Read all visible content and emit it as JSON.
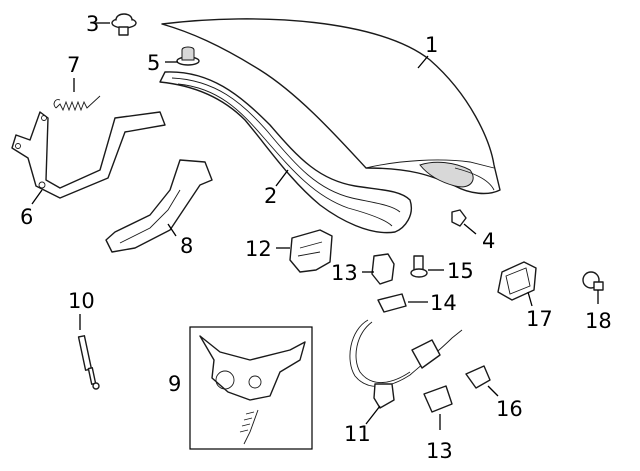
{
  "diagram": {
    "callouts": [
      {
        "id": "1",
        "label": "1"
      },
      {
        "id": "2",
        "label": "2"
      },
      {
        "id": "3",
        "label": "3"
      },
      {
        "id": "4",
        "label": "4"
      },
      {
        "id": "5",
        "label": "5"
      },
      {
        "id": "6",
        "label": "6"
      },
      {
        "id": "7",
        "label": "7"
      },
      {
        "id": "8",
        "label": "8"
      },
      {
        "id": "9",
        "label": "9"
      },
      {
        "id": "10",
        "label": "10"
      },
      {
        "id": "11",
        "label": "11"
      },
      {
        "id": "12",
        "label": "12"
      },
      {
        "id": "13a",
        "label": "13"
      },
      {
        "id": "13b",
        "label": "13"
      },
      {
        "id": "14",
        "label": "14"
      },
      {
        "id": "15",
        "label": "15"
      },
      {
        "id": "16",
        "label": "16"
      },
      {
        "id": "17",
        "label": "17"
      },
      {
        "id": "18",
        "label": "18"
      }
    ]
  }
}
